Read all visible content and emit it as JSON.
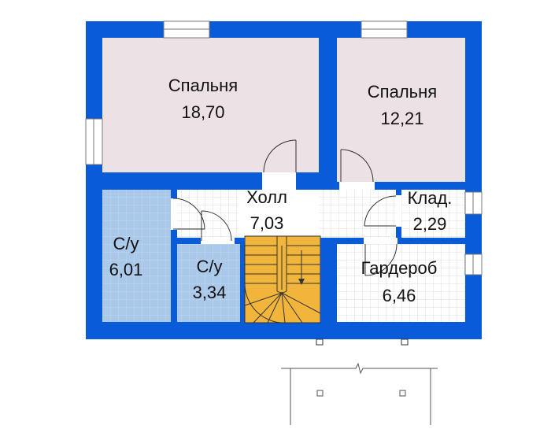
{
  "colors": {
    "wall": "#0a5bd8",
    "bedroom_floor": "#ece2e6",
    "bathroom_floor": "#a9c8ea",
    "white_floor": "#ffffff",
    "stairs": "#f2b53b",
    "line": "#333333",
    "grid": "#dcdcdc"
  },
  "rooms": {
    "bedroom1": {
      "name": "Спальня",
      "area": "18,70"
    },
    "bedroom2": {
      "name": "Спальня",
      "area": "12,21"
    },
    "hall": {
      "name": "Холл",
      "area": "7,03"
    },
    "storage": {
      "name": "Клад.",
      "area": "2,29"
    },
    "bath1": {
      "name": "С/у",
      "area": "6,01"
    },
    "bath2": {
      "name": "С/у",
      "area": "3,34"
    },
    "wardrobe": {
      "name": "Гардероб",
      "area": "6,46"
    }
  }
}
